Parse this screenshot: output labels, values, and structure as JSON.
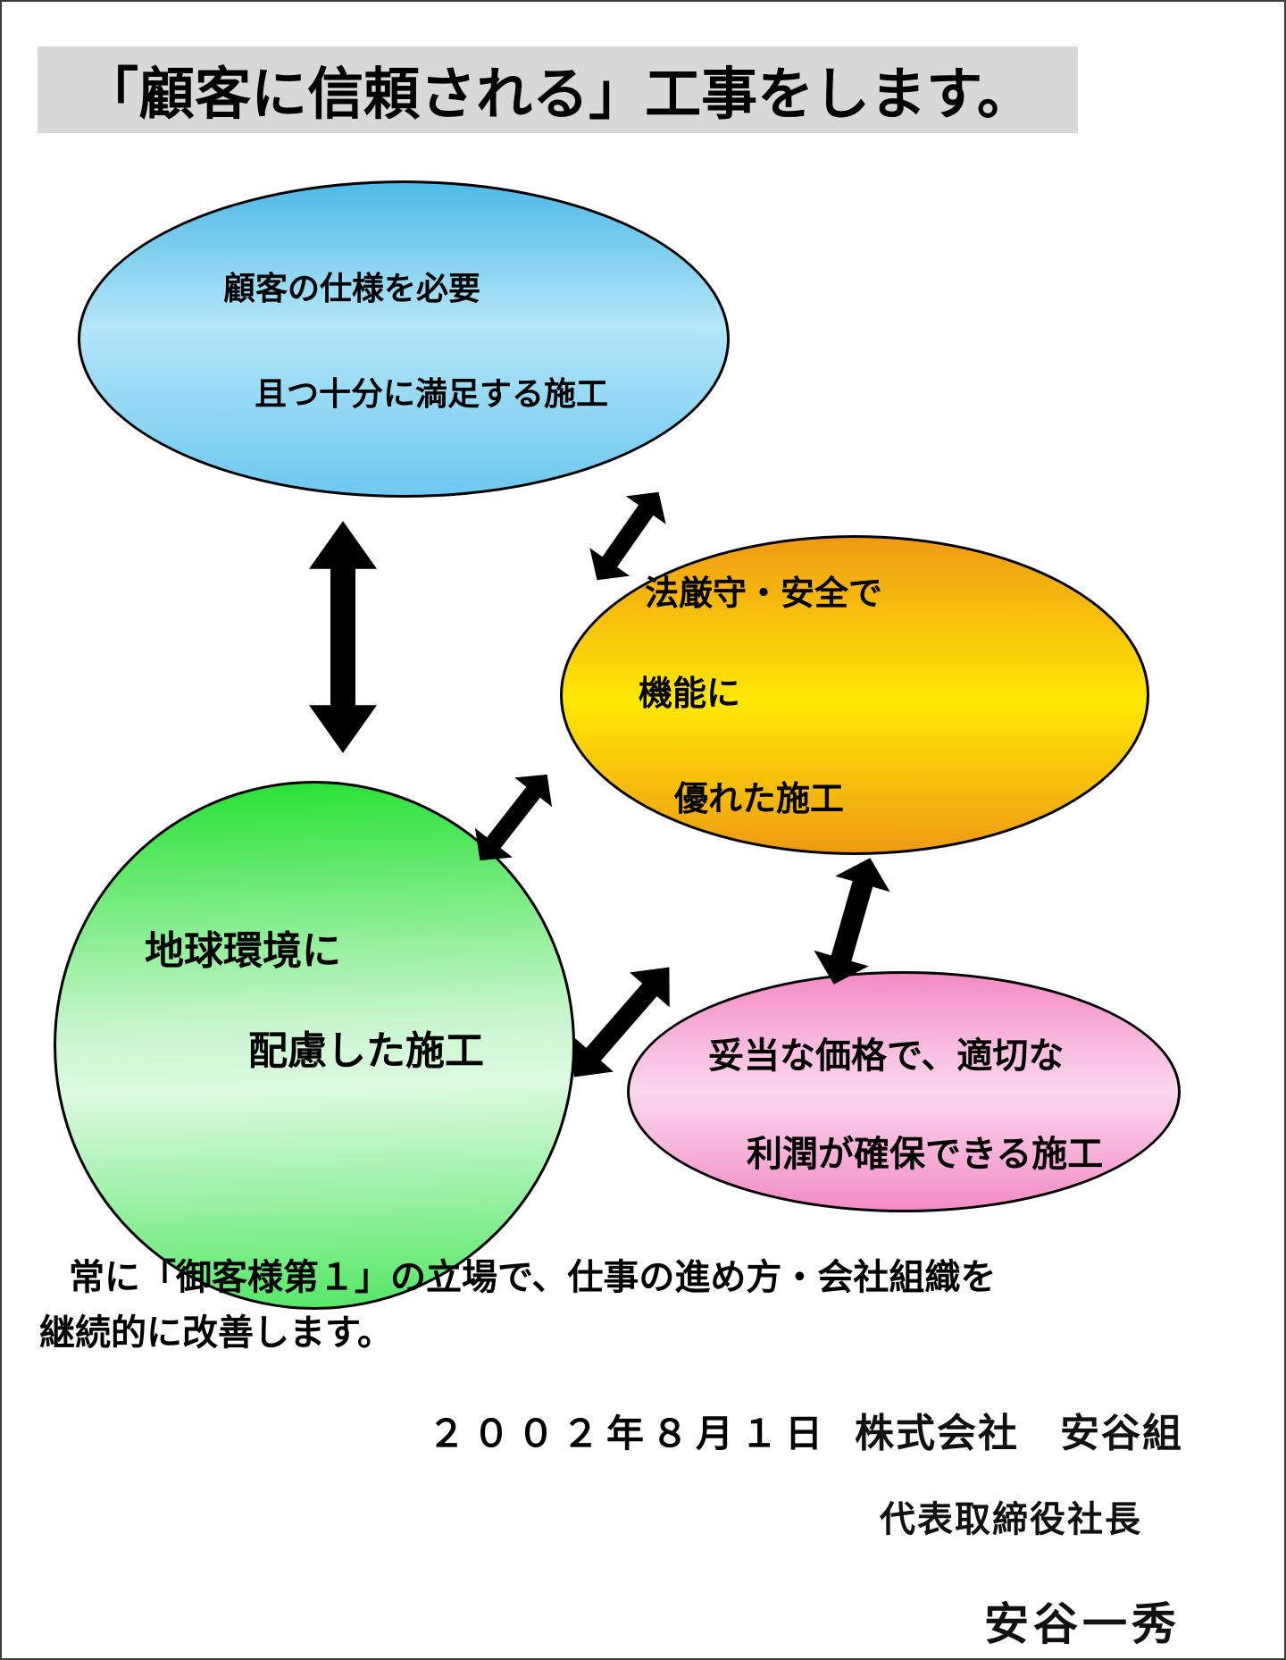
{
  "title": {
    "text": "「顧客に信頼される」工事をします。"
  },
  "diagram": {
    "blue_ellipse": {
      "line1": "顧客の仕様を必要",
      "line2": "且つ十分に満足する施工"
    },
    "orange_ellipse": {
      "line1": "法厳守・安全で",
      "line2": "機能に",
      "line3": "優れた施工"
    },
    "green_circle": {
      "line1": "地球環境に",
      "line2": "配慮した施工"
    },
    "pink_ellipse": {
      "line1": "妥当な価格で、適切な",
      "line2": "利潤が確保できる施工"
    },
    "connections": [
      "blue-ellipse <-> green-circle",
      "blue-ellipse <-> orange-ellipse",
      "orange-ellipse <-> green-circle",
      "orange-ellipse <-> pink-ellipse",
      "green-circle <-> pink-ellipse"
    ]
  },
  "footer": {
    "statement_line1": "常に「御客様第１」の立場で、仕事の進め方・会社組織を",
    "statement_line2": "継続的に改善します。",
    "date_text": "２００２年８月１日",
    "company_text": "株式会社　安谷組",
    "role_text": "代表取締役社長",
    "signature_text": "安谷一秀"
  },
  "colors": {
    "band-bg": "#d8d8d8",
    "page-border": "#3c3c3c",
    "blue-top": "#4fbae7",
    "blue-mid": "#b5e6f8",
    "blue-bottom": "#6ec8ef",
    "orange-edge": "#ef9b14",
    "orange-mid": "#ffe805",
    "green-edge": "#25e132",
    "green-mid": "#c9f6ce",
    "green-bottom": "#52e763",
    "pink-edge": "#f38cc5",
    "pink-mid": "#fbd8ee"
  }
}
